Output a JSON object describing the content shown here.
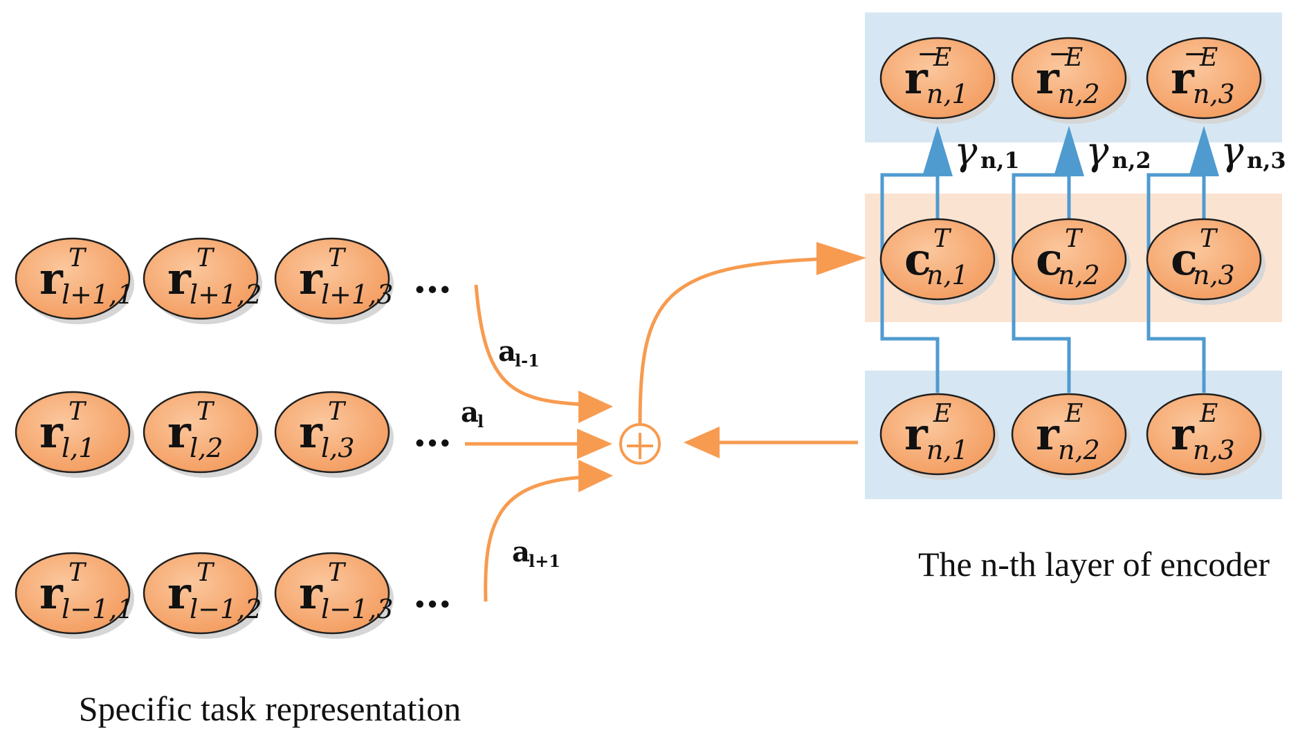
{
  "colors": {
    "node_fill": "#f6a56e",
    "node_stroke": "#1f1f1f",
    "band_blue": "#d6e7f3",
    "band_orange": "#fbe3d2",
    "arrow_orange": "#f79b50",
    "arrow_blue": "#4f9bd0"
  },
  "task_rows": [
    {
      "nodes": [
        {
          "sym": "r",
          "sup": "T",
          "sub": "l+1,1"
        },
        {
          "sym": "r",
          "sup": "T",
          "sub": "l+1,2"
        },
        {
          "sym": "r",
          "sup": "T",
          "sub": "l+1,3"
        }
      ],
      "ellipsis": "…"
    },
    {
      "nodes": [
        {
          "sym": "r",
          "sup": "T",
          "sub": "l,1"
        },
        {
          "sym": "r",
          "sup": "T",
          "sub": "l,2"
        },
        {
          "sym": "r",
          "sup": "T",
          "sub": "l,3"
        }
      ],
      "ellipsis": "…"
    },
    {
      "nodes": [
        {
          "sym": "r",
          "sup": "T",
          "sub": "l−1,1"
        },
        {
          "sym": "r",
          "sup": "T",
          "sub": "l−1,2"
        },
        {
          "sym": "r",
          "sup": "T",
          "sub": "l−1,3"
        }
      ],
      "ellipsis": "…"
    }
  ],
  "weights": [
    {
      "base": "a",
      "sub": "l-1"
    },
    {
      "base": "a",
      "sub": "l"
    },
    {
      "base": "a",
      "sub": "l+1"
    }
  ],
  "sum_symbol": "⊕",
  "encoder": {
    "top_row": [
      {
        "sym": "r",
        "accent": "−",
        "sup": "E",
        "sub": "n,1"
      },
      {
        "sym": "r",
        "accent": "−",
        "sup": "E",
        "sub": "n,2"
      },
      {
        "sym": "r",
        "accent": "−",
        "sup": "E",
        "sub": "n,3"
      }
    ],
    "middle_row": [
      {
        "sym": "c",
        "sup": "T",
        "sub": "n,1"
      },
      {
        "sym": "c",
        "sup": "T",
        "sub": "n,2"
      },
      {
        "sym": "c",
        "sup": "T",
        "sub": "n,3"
      }
    ],
    "bottom_row": [
      {
        "sym": "r",
        "sup": "E",
        "sub": "n,1"
      },
      {
        "sym": "r",
        "sup": "E",
        "sub": "n,2"
      },
      {
        "sym": "r",
        "sup": "E",
        "sub": "n,3"
      }
    ],
    "gammas": [
      {
        "sym": "γ",
        "sub": "n,1"
      },
      {
        "sym": "γ",
        "sub": "n,2"
      },
      {
        "sym": "γ",
        "sub": "n,3"
      }
    ]
  },
  "captions": {
    "left": "Specific task representation",
    "right": "The n-th layer of encoder"
  }
}
